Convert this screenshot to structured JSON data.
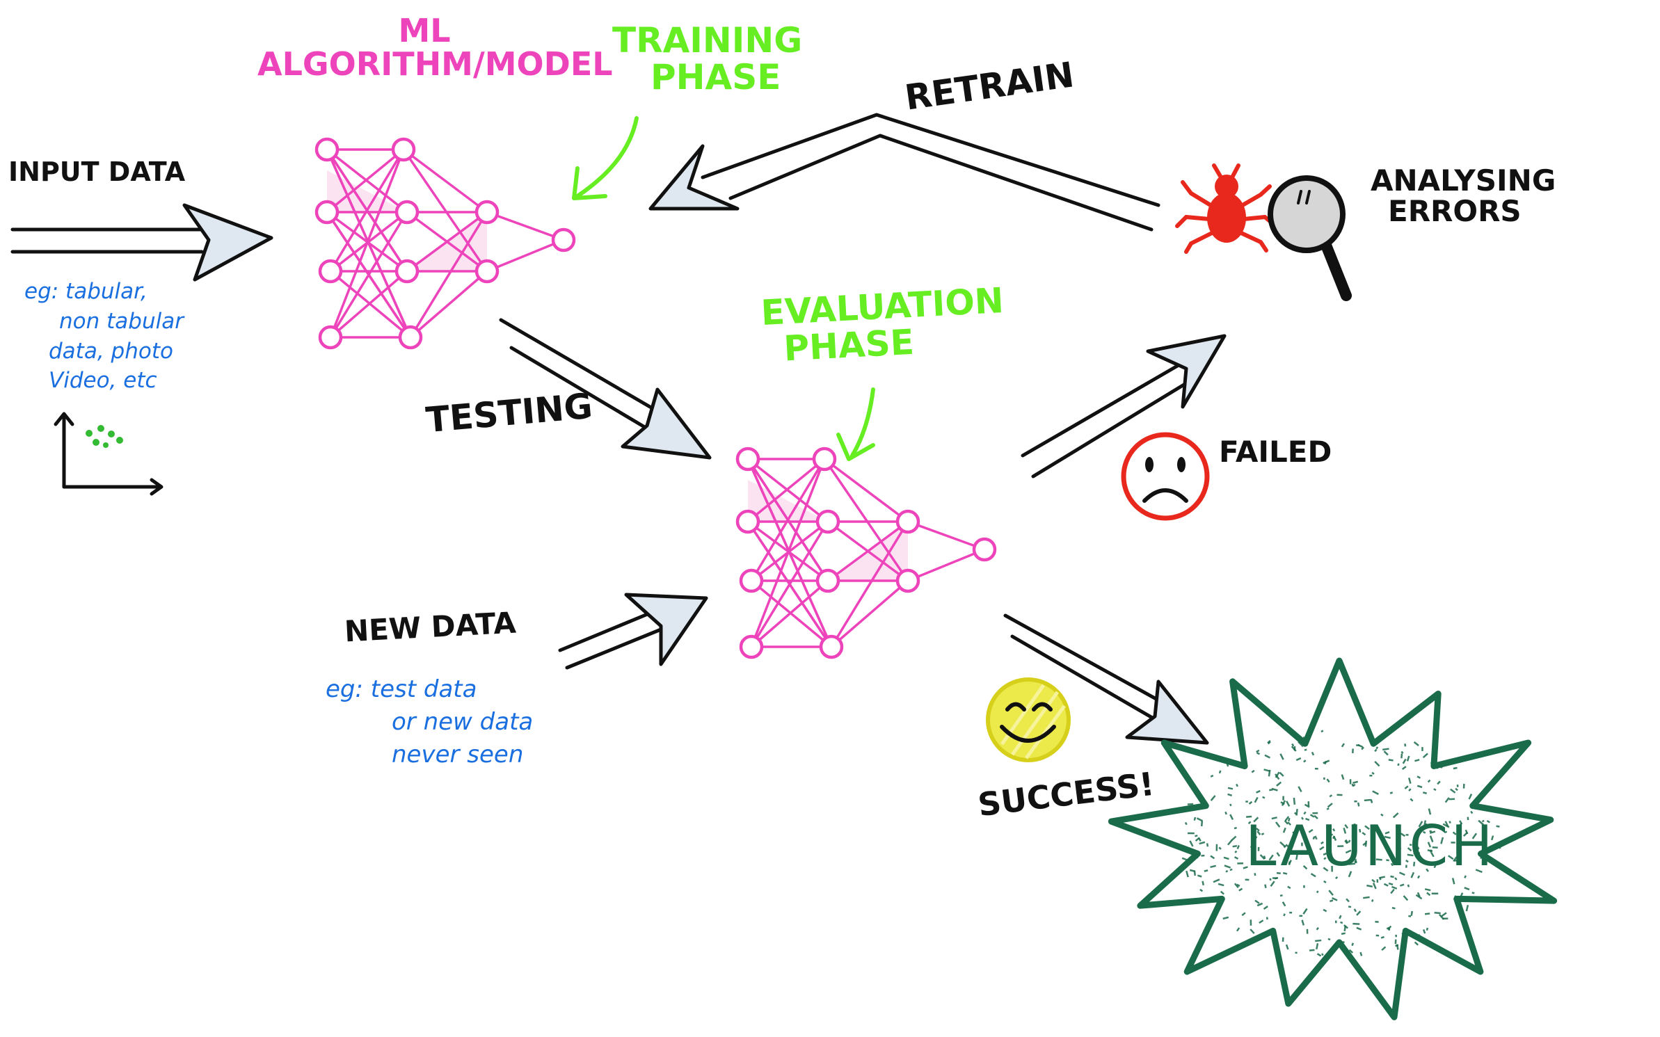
{
  "labels": {
    "ml_model": [
      "ML",
      "ALGORITHM/MODEL"
    ],
    "training_phase": [
      "TRAINING",
      "PHASE"
    ],
    "retrain": "RETRAIN",
    "input_data": "INPUT DATA",
    "input_examples": [
      "eg: tabular,",
      "non tabular",
      "data, photo",
      "Video, etc"
    ],
    "analysing_errors": [
      "ANALYSING",
      "ERRORS"
    ],
    "evaluation_phase": [
      "EVALUATION",
      "PHASE"
    ],
    "testing": "TESTING",
    "failed": "FAILED",
    "new_data": "NEW DATA",
    "new_data_examples": [
      "eg: test data",
      "or new data",
      "never seen"
    ],
    "success": "SUCCESS!",
    "launch": "LAUNCH"
  },
  "colors": {
    "network": "#ee44bb",
    "network_fill": "#fbe3f2",
    "phase_text": "#66ee22",
    "model_text": "#ee44bb",
    "example_text": "#1a6fe0",
    "bug": "#e8281c",
    "sad_face": "#e8281c",
    "happy_face": "#e6e02a",
    "launch": "#1a6b4a",
    "arrow_head": "#dfe8f0"
  },
  "icons": [
    "bug-icon",
    "magnifier-icon",
    "sad-face-icon",
    "happy-face-icon",
    "scatter-axes-icon",
    "launch-burst-icon"
  ]
}
